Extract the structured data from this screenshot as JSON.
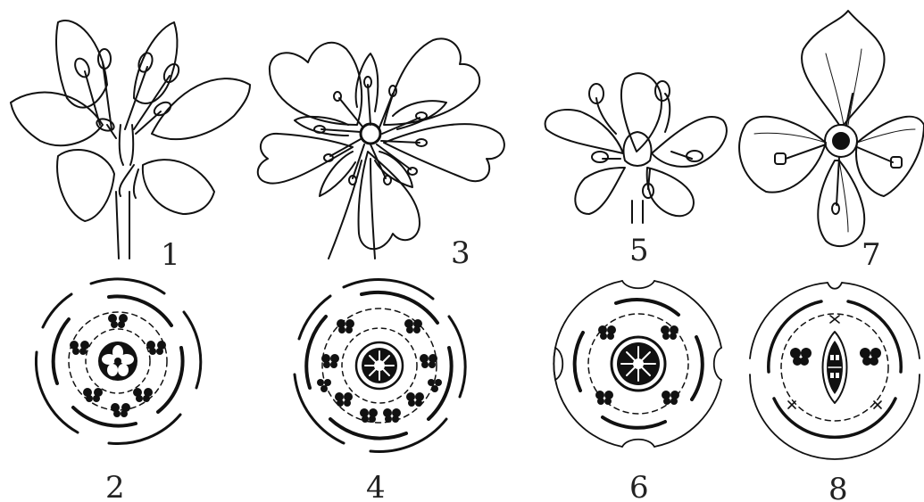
{
  "figure": {
    "panels": [
      {
        "id": "flower-1",
        "label": "1",
        "kind": "flower"
      },
      {
        "id": "diagram-2",
        "label": "2",
        "kind": "floral-diagram"
      },
      {
        "id": "flower-3",
        "label": "3",
        "kind": "flower"
      },
      {
        "id": "diagram-4",
        "label": "4",
        "kind": "floral-diagram"
      },
      {
        "id": "flower-5",
        "label": "5",
        "kind": "flower"
      },
      {
        "id": "diagram-6",
        "label": "6",
        "kind": "floral-diagram"
      },
      {
        "id": "flower-7",
        "label": "7",
        "kind": "flower"
      },
      {
        "id": "diagram-8",
        "label": "8",
        "kind": "floral-diagram"
      }
    ]
  }
}
